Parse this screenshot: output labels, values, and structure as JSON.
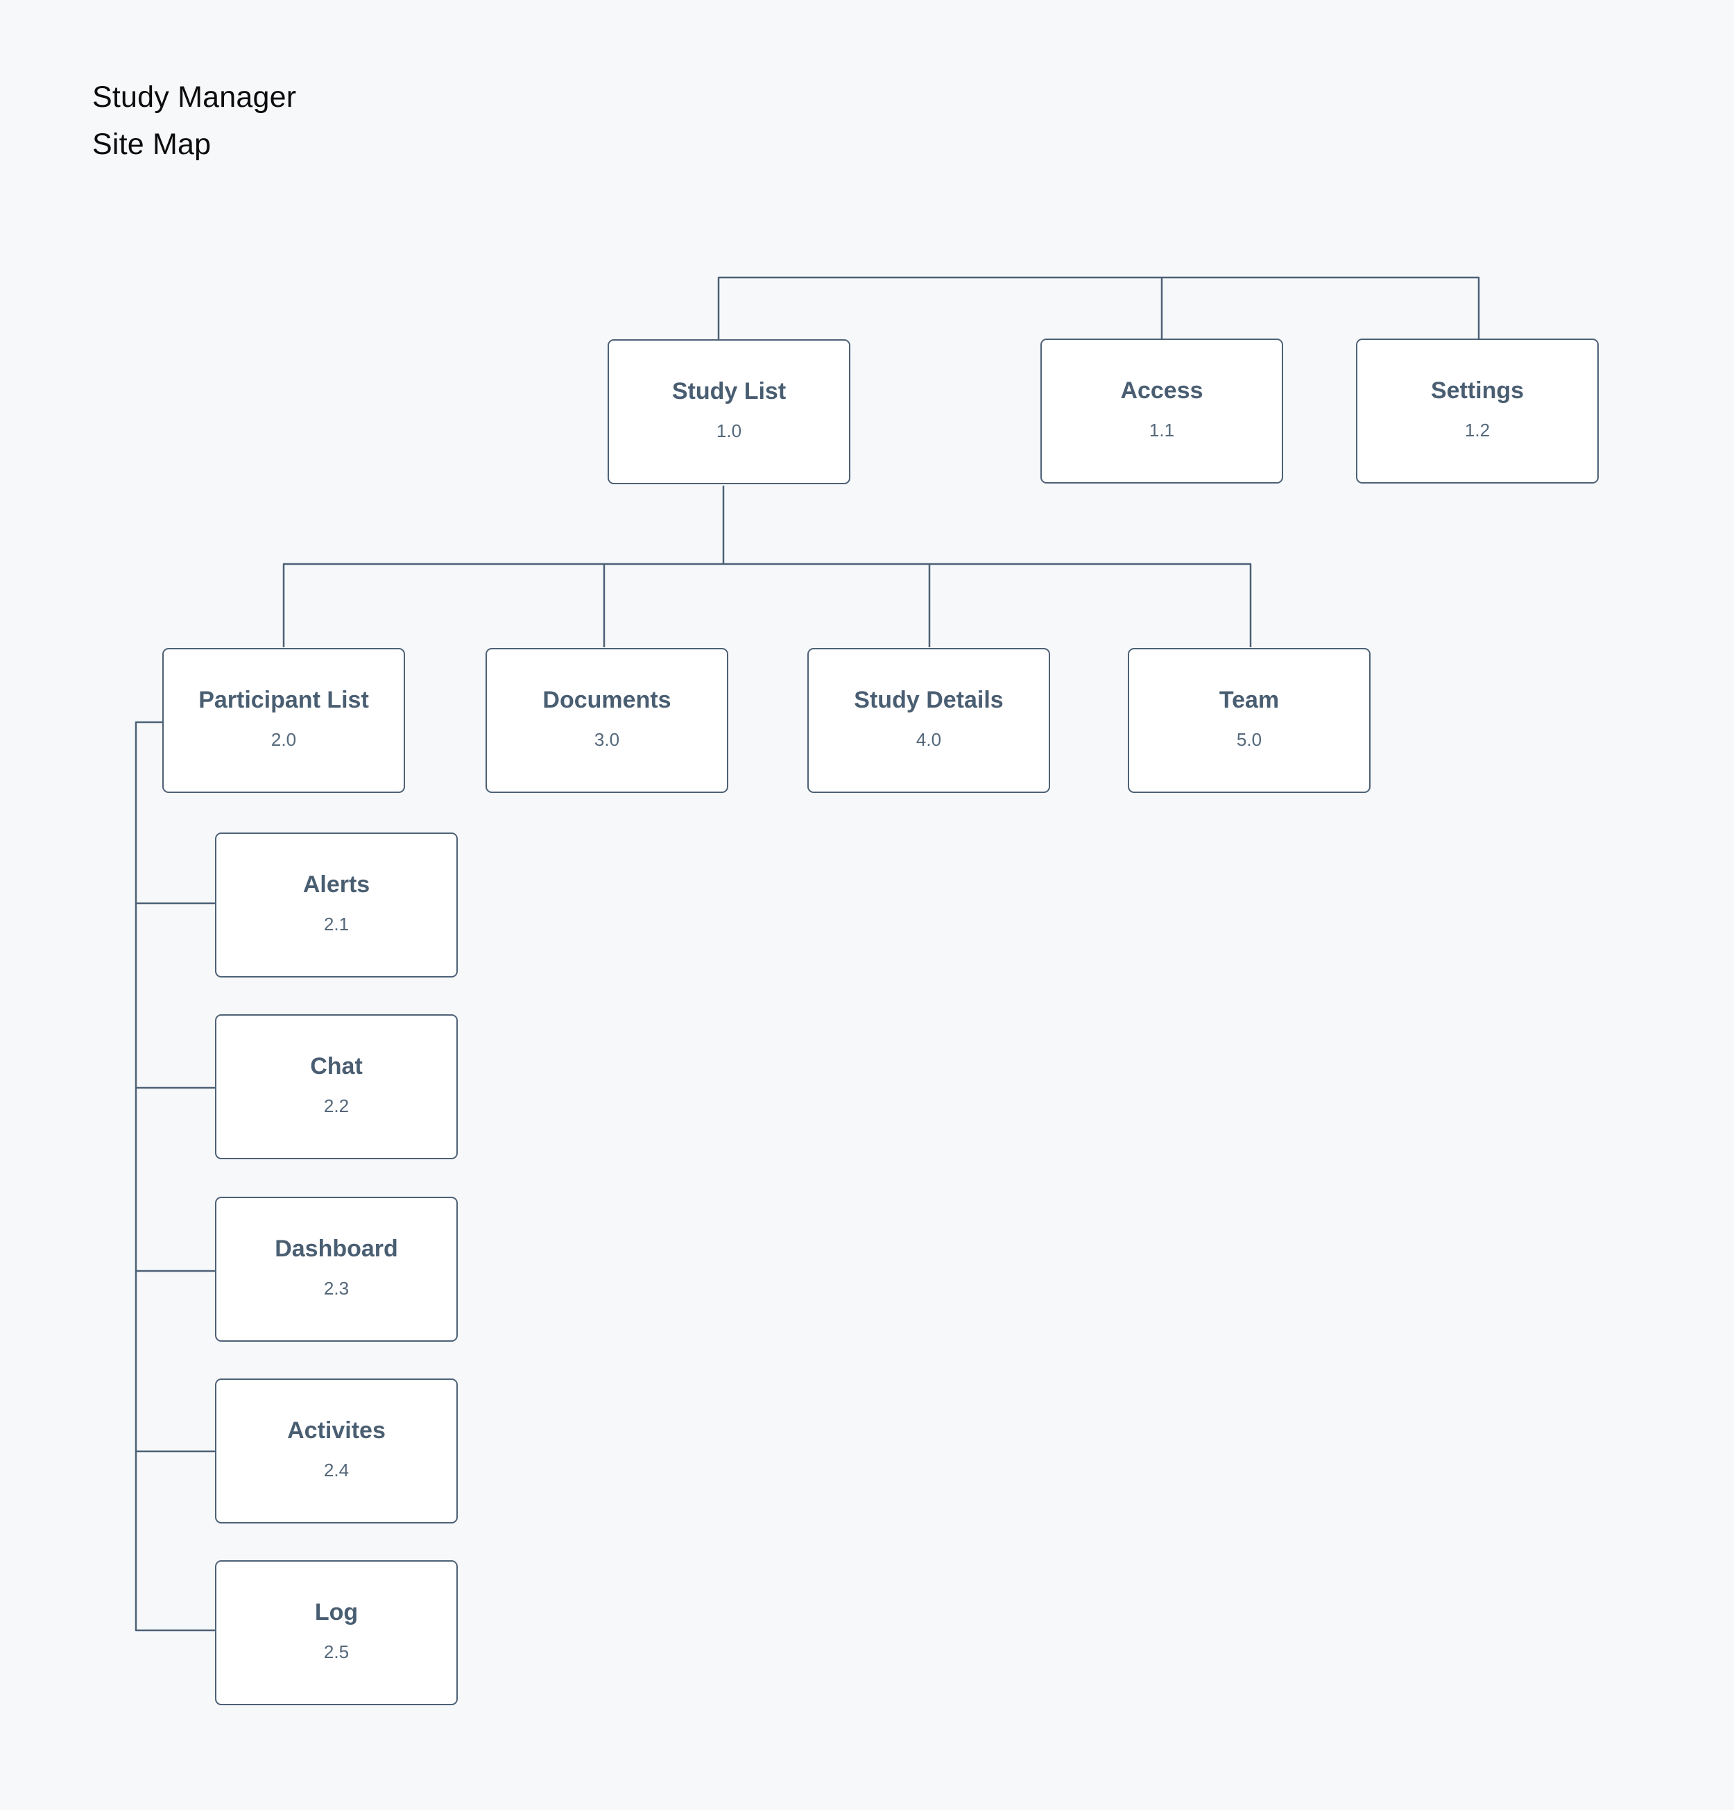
{
  "title": {
    "line1": "Study Manager",
    "line2": "Site Map"
  },
  "nodes": {
    "study_list": {
      "label": "Study List",
      "number": "1.0"
    },
    "access": {
      "label": "Access",
      "number": "1.1"
    },
    "settings": {
      "label": "Settings",
      "number": "1.2"
    },
    "participant_list": {
      "label": "Participant List",
      "number": "2.0"
    },
    "documents": {
      "label": "Documents",
      "number": "3.0"
    },
    "study_details": {
      "label": "Study Details",
      "number": "4.0"
    },
    "team": {
      "label": "Team",
      "number": "5.0"
    },
    "alerts": {
      "label": "Alerts",
      "number": "2.1"
    },
    "chat": {
      "label": "Chat",
      "number": "2.2"
    },
    "dashboard": {
      "label": "Dashboard",
      "number": "2.3"
    },
    "activites": {
      "label": "Activites",
      "number": "2.4"
    },
    "log": {
      "label": "Log",
      "number": "2.5"
    }
  },
  "colors": {
    "background": "#f7f8fa",
    "stroke": "#4d6176",
    "label": "#4a5e72"
  }
}
